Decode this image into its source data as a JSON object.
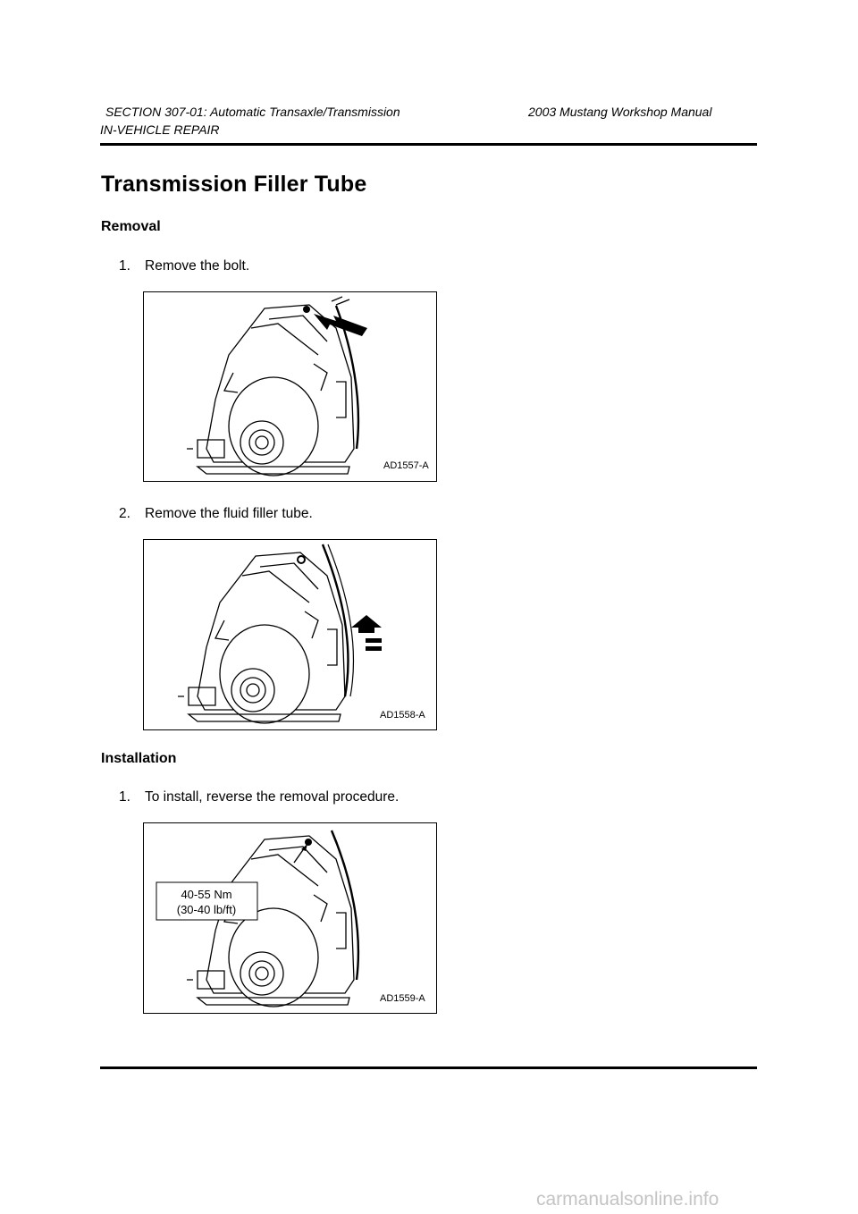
{
  "header": {
    "section": "SECTION 307-01: Automatic Transaxle/Transmission",
    "manual": "2003 Mustang Workshop Manual",
    "subsection": "IN-VEHICLE REPAIR"
  },
  "title": "Transmission Filler Tube",
  "removal": {
    "heading": "Removal",
    "steps": [
      {
        "num": "1.",
        "text": "Remove the bolt.",
        "figure_id": "AD1557-A"
      },
      {
        "num": "2.",
        "text": "Remove the fluid filler tube.",
        "figure_id": "AD1558-A"
      }
    ]
  },
  "installation": {
    "heading": "Installation",
    "steps": [
      {
        "num": "1.",
        "text": "To install, reverse the removal procedure.",
        "figure_id": "AD1559-A",
        "torque_line1": "40-55 Nm",
        "torque_line2": "(30-40 lb/ft)"
      }
    ]
  },
  "watermark": "carmanualsonline.info"
}
